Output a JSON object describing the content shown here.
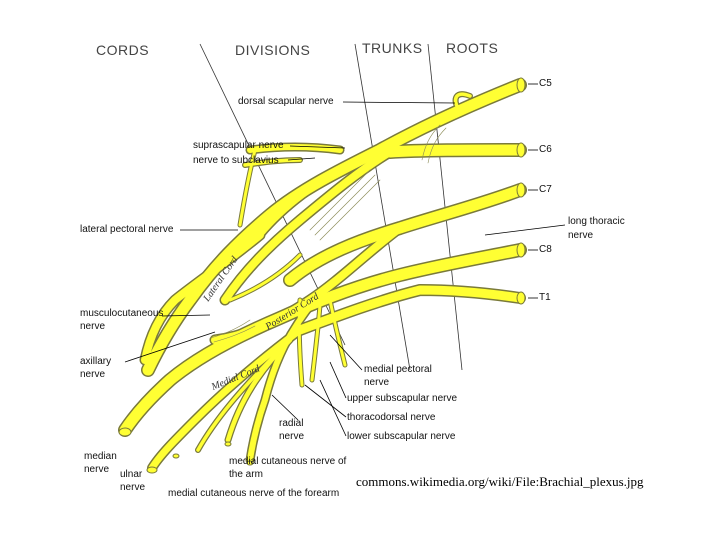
{
  "headers": {
    "cords": "CORDS",
    "divisions": "DIVISIONS",
    "trunks": "TRUNKS",
    "roots": "ROOTS"
  },
  "roots": {
    "c5": "C5",
    "c6": "C6",
    "c7": "C7",
    "c8": "C8",
    "t1": "T1"
  },
  "cord_labels": {
    "lateral": "Lateral Cord",
    "posterior": "Posterior Cord",
    "medial": "Medial Cord"
  },
  "nerves": {
    "dorsal_scapular": "dorsal scapular nerve",
    "suprascapular": "suprascapular nerve",
    "nerve_to_subclavius": "nerve to subclavius",
    "lateral_pectoral": "lateral pectoral nerve",
    "long_thoracic_1": "long thoracic",
    "long_thoracic_2": "nerve",
    "musculocutaneous_1": "musculocutaneous",
    "musculocutaneous_2": "nerve",
    "axillary_1": "axillary",
    "axillary_2": "nerve",
    "median_1": "median",
    "median_2": "nerve",
    "ulnar_1": "ulnar",
    "ulnar_2": "nerve",
    "radial_1": "radial",
    "radial_2": "nerve",
    "medial_pectoral_1": "medial pectoral",
    "medial_pectoral_2": "nerve",
    "upper_subscapular": "upper subscapular nerve",
    "thoracodorsal": "thoracodorsal nerve",
    "lower_subscapular": "lower subscapular nerve",
    "medial_cutaneous_arm_1": "medial cutaneous nerve of",
    "medial_cutaneous_arm_2": "the arm",
    "medial_cutaneous_forearm": "medial cutaneous nerve of the forearm"
  },
  "credit": "commons.wikimedia.org/wiki/File:Brachial_plexus.jpg",
  "colors": {
    "nerve_fill": "#ffff33",
    "nerve_stroke": "#7a7a3a",
    "leader": "#000000"
  }
}
